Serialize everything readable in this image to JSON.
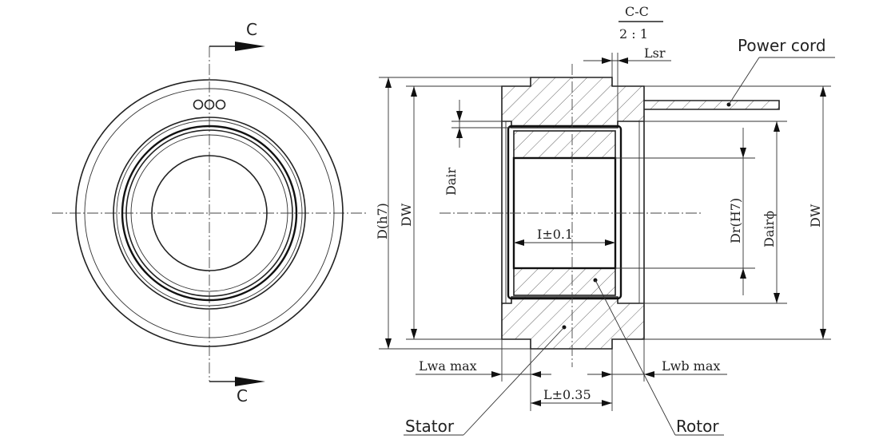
{
  "section": {
    "marker": "C",
    "title": "C-C",
    "scale": "2 : 1"
  },
  "dimensions": {
    "D": "D(h7)",
    "DW_left": "DW",
    "DW_right": "DW",
    "Dair": "Dair",
    "Dr": "Dr(H7)",
    "Dair_phi": "Dairϕ",
    "Lsr": "Lsr",
    "Lwa": "Lwa max",
    "Lwb": "Lwb max",
    "L": "L±0.35",
    "I": "I±0.1"
  },
  "callouts": {
    "power_cord": "Power cord",
    "stator": "Stator",
    "rotor": "Rotor"
  },
  "colors": {
    "line": "#222222",
    "background": "#ffffff"
  }
}
